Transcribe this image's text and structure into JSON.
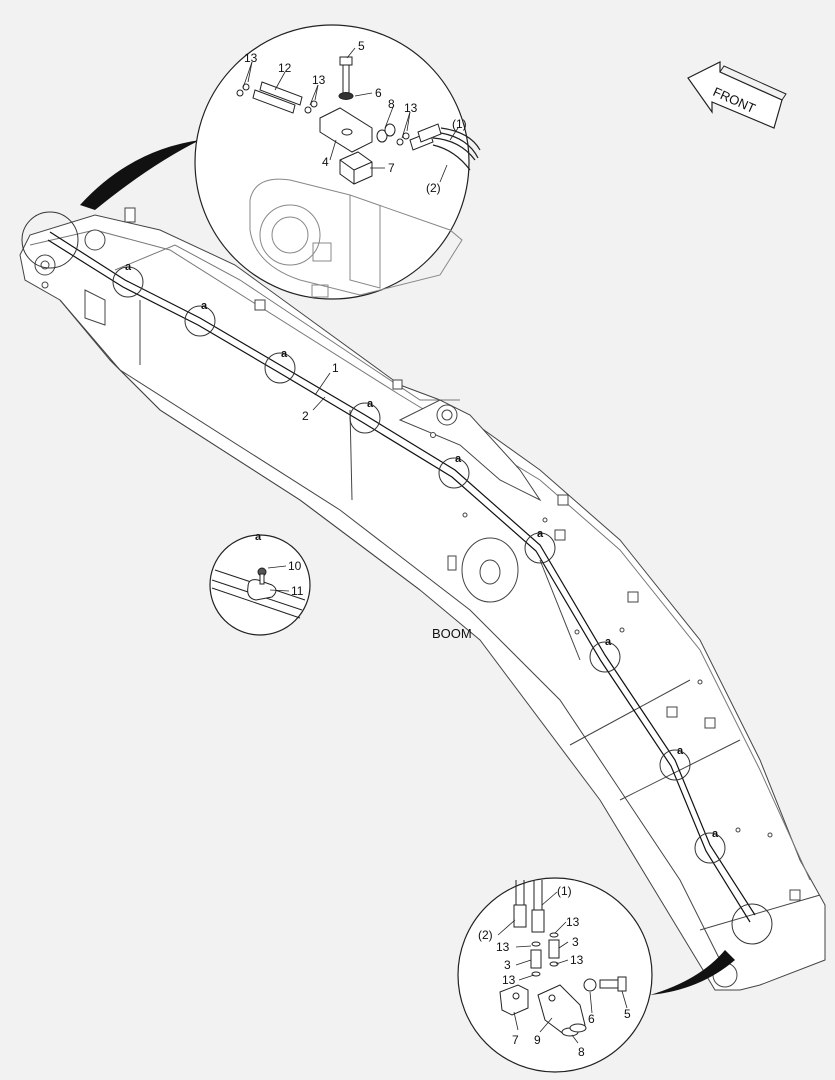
{
  "labels": {
    "front": "FRONT",
    "boom": "BOOM",
    "detail_marker": "a",
    "hose1": "1",
    "hose2": "2",
    "hose1_ref": "(1)",
    "hose2_ref": "(2)",
    "p3": "3",
    "p4": "4",
    "p5": "5",
    "p6": "6",
    "p7": "7",
    "p8": "8",
    "p9": "9",
    "p10": "10",
    "p11": "11",
    "p12": "12",
    "p13": "13"
  },
  "colors": {
    "background": "#f2f2f2",
    "line": "#222222",
    "fill": "#ffffff"
  }
}
